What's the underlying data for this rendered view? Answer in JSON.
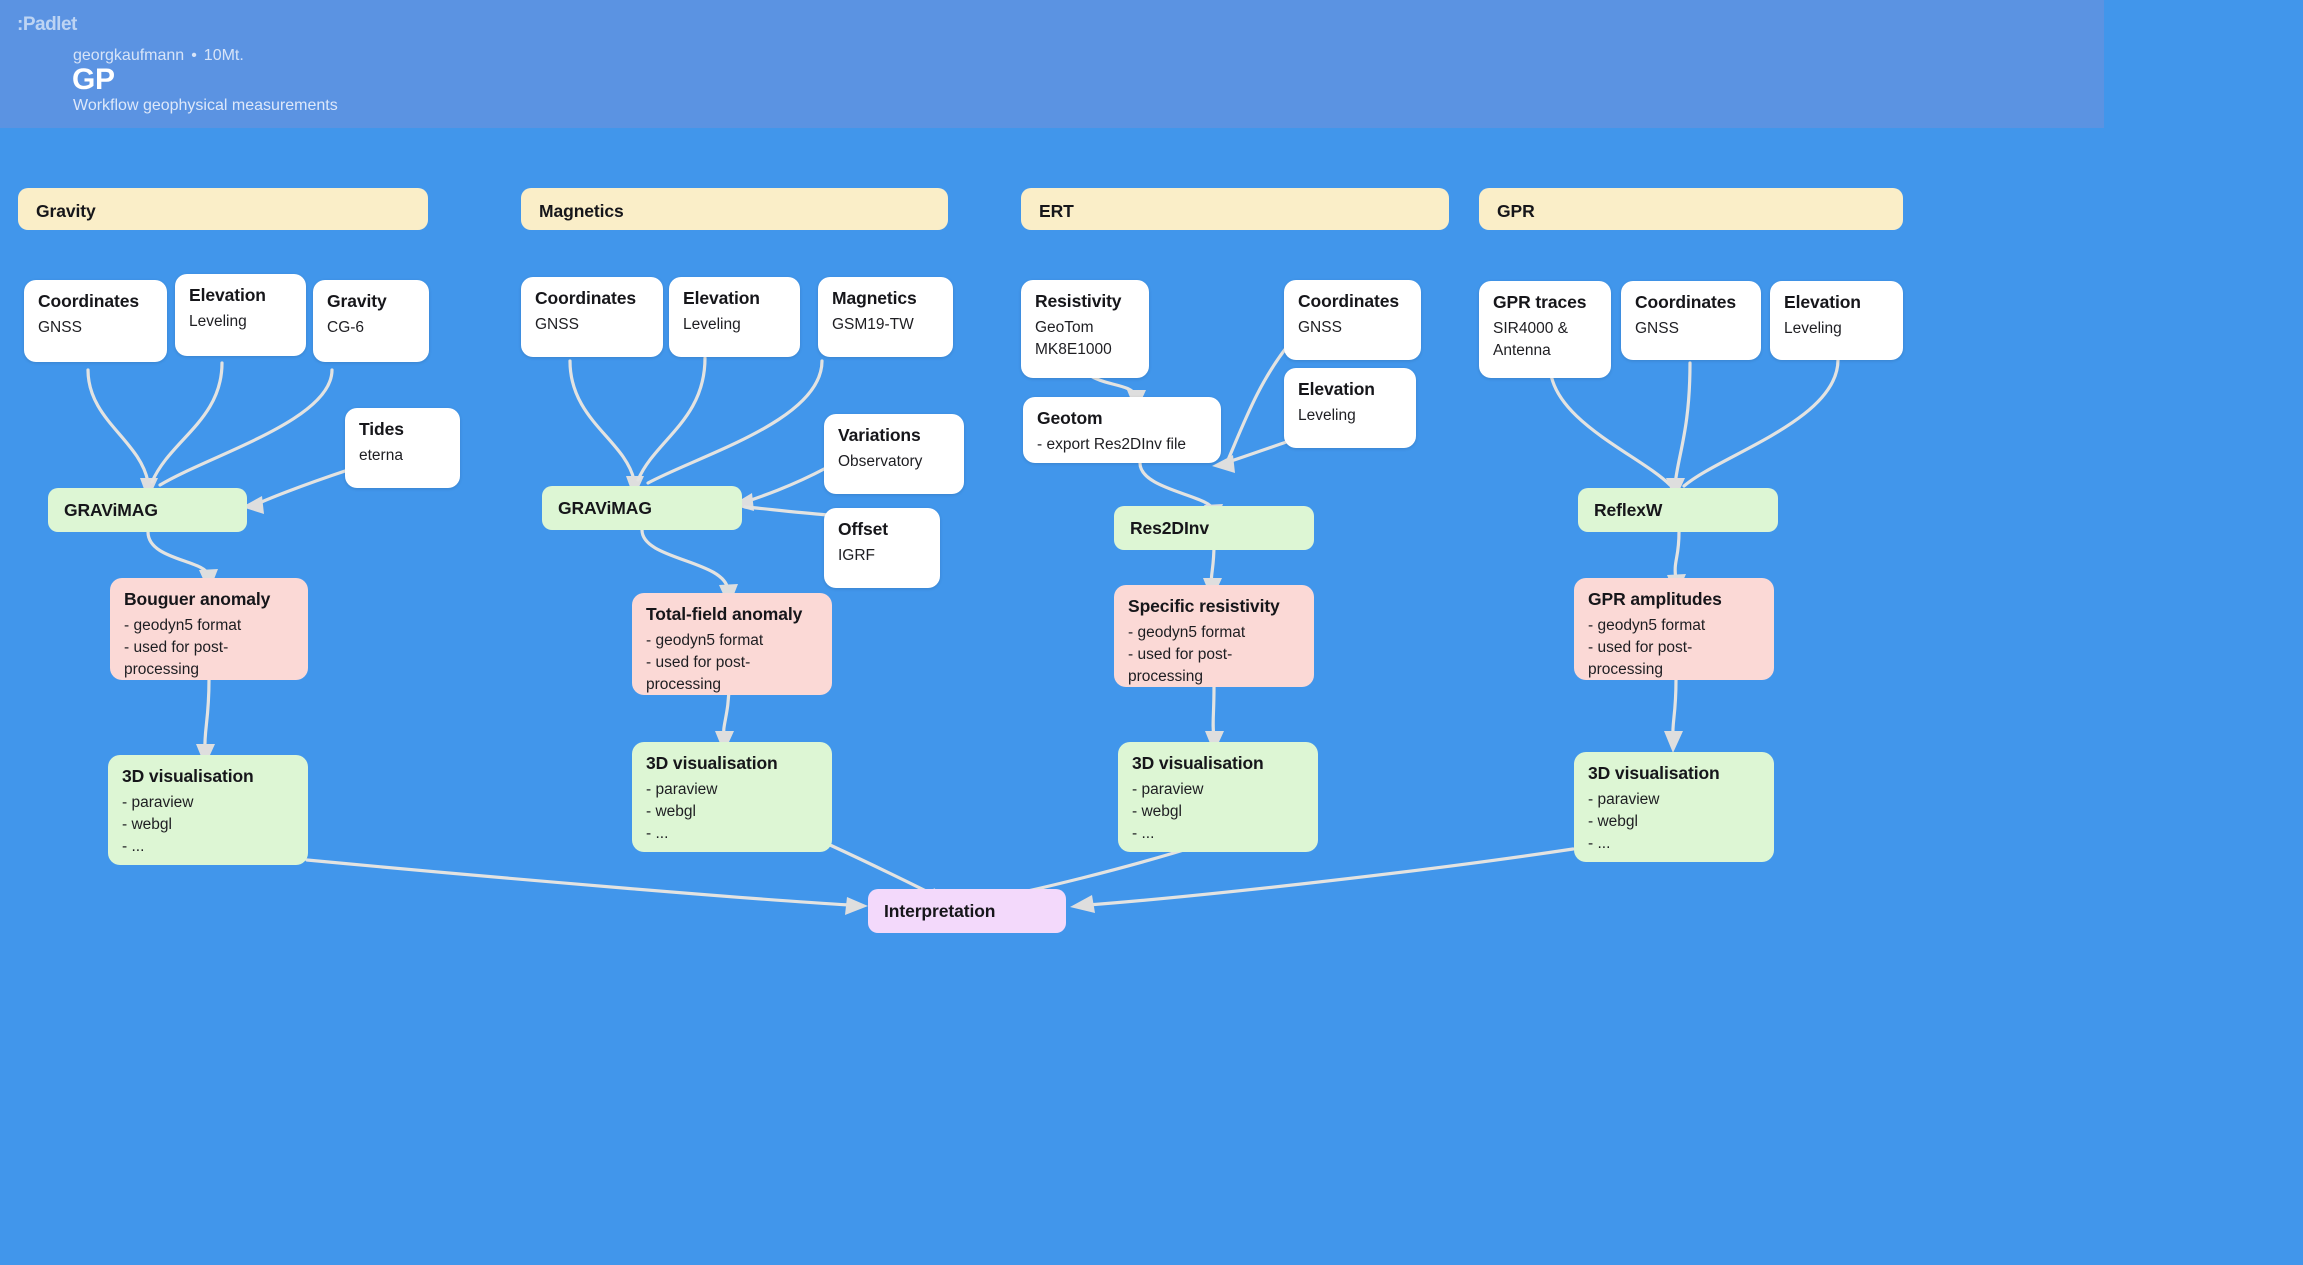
{
  "header": {
    "brand": ":Padlet",
    "author": "georgkaufmann",
    "separator": "•",
    "timestamp": "10Mt.",
    "title": "GP",
    "subtitle": "Workflow geophysical measurements"
  },
  "colors": {
    "background": "#4196eb",
    "header_band": "#5b93e2",
    "section_header": "#faeec8",
    "process": "#ddf6d4",
    "output": "#fbd9d6",
    "visualisation": "#ddf6d4",
    "interpretation": "#f3d9fb",
    "input_card": "#ffffff",
    "connector": "#e3e3e1"
  },
  "columns": [
    {
      "section": "Gravity",
      "inputs": [
        {
          "title": "Coordinates",
          "body": "GNSS"
        },
        {
          "title": "Elevation",
          "body": "Leveling"
        },
        {
          "title": "Gravity",
          "body": "CG-6"
        },
        {
          "title": "Tides",
          "body": "eterna"
        }
      ],
      "process": "GRAViMAG",
      "output": {
        "title": "Bouguer anomaly",
        "body": "- geodyn5 format\n- used for post-processing"
      },
      "visualisation": {
        "title": "3D visualisation",
        "body": "- paraview\n- webgl\n- ..."
      }
    },
    {
      "section": "Magnetics",
      "inputs": [
        {
          "title": "Coordinates",
          "body": "GNSS"
        },
        {
          "title": "Elevation",
          "body": "Leveling"
        },
        {
          "title": "Magnetics",
          "body": "GSM19-TW"
        },
        {
          "title": "Variations",
          "body": "Observatory"
        },
        {
          "title": "Offset",
          "body": "IGRF"
        }
      ],
      "process": "GRAViMAG",
      "output": {
        "title": "Total-field anomaly",
        "body": "- geodyn5 format\n- used for post-processing"
      },
      "visualisation": {
        "title": "3D visualisation",
        "body": "- paraview\n- webgl\n- ..."
      }
    },
    {
      "section": "ERT",
      "inputs": [
        {
          "title": "Resistivity",
          "body": "GeoTom\nMK8E1000"
        },
        {
          "title": "Coordinates",
          "body": "GNSS"
        },
        {
          "title": "Elevation",
          "body": "Leveling"
        }
      ],
      "preprocess": {
        "title": "Geotom",
        "body": "- export Res2DInv file"
      },
      "process": "Res2DInv",
      "output": {
        "title": "Specific resistivity",
        "body": "- geodyn5 format\n- used for post-processing"
      },
      "visualisation": {
        "title": "3D visualisation",
        "body": "- paraview\n- webgl\n- ..."
      }
    },
    {
      "section": "GPR",
      "inputs": [
        {
          "title": "GPR traces",
          "body": "SIR4000 &\nAntenna"
        },
        {
          "title": "Coordinates",
          "body": "GNSS"
        },
        {
          "title": "Elevation",
          "body": "Leveling"
        }
      ],
      "process": "ReflexW",
      "output": {
        "title": "GPR amplitudes",
        "body": "- geodyn5 format\n- used for post-processing"
      },
      "visualisation": {
        "title": "3D visualisation",
        "body": "- paraview\n- webgl\n- ..."
      }
    }
  ],
  "interpretation": {
    "title": "Interpretation"
  }
}
